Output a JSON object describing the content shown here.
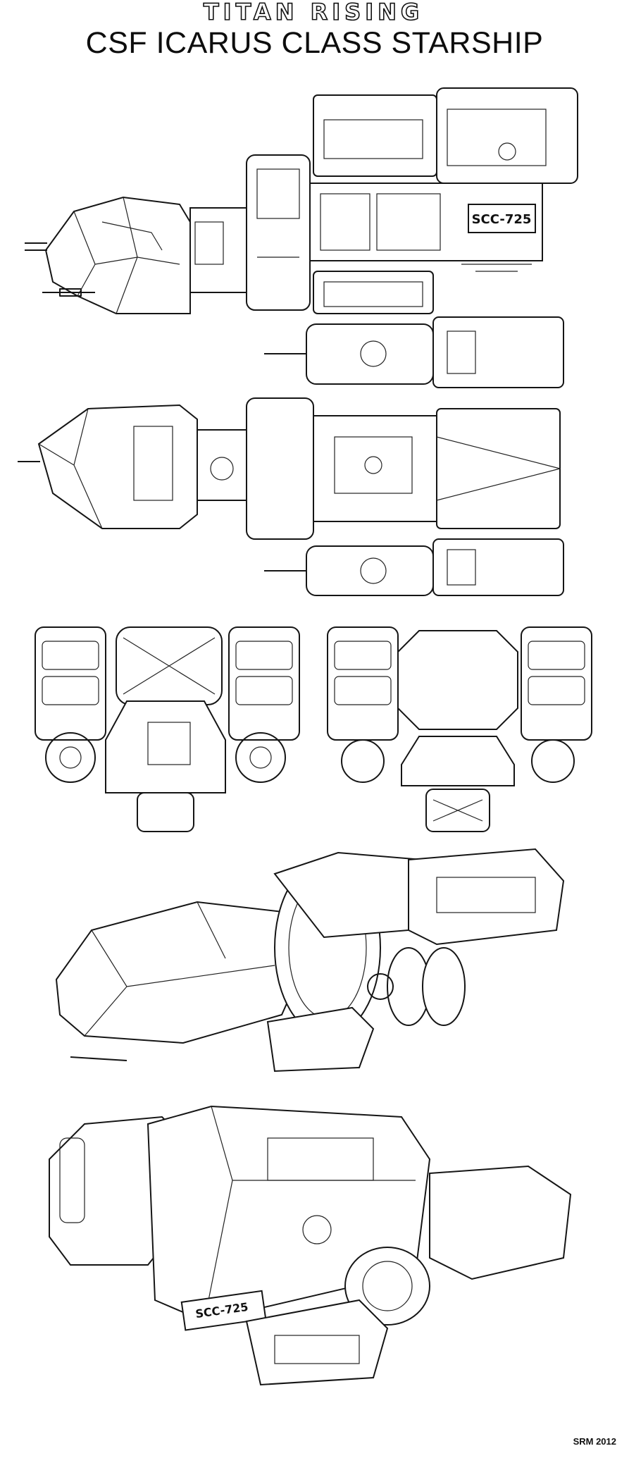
{
  "header": {
    "logo_text": "TITAN RISING",
    "title": "CSF ICARUS CLASS STARSHIP"
  },
  "hull_marking": "SCC-725",
  "views": [
    {
      "name": "side"
    },
    {
      "name": "top"
    },
    {
      "name": "front"
    },
    {
      "name": "rear"
    },
    {
      "name": "perspective-front"
    },
    {
      "name": "perspective-rear"
    }
  ],
  "credit": "SRM 2012"
}
